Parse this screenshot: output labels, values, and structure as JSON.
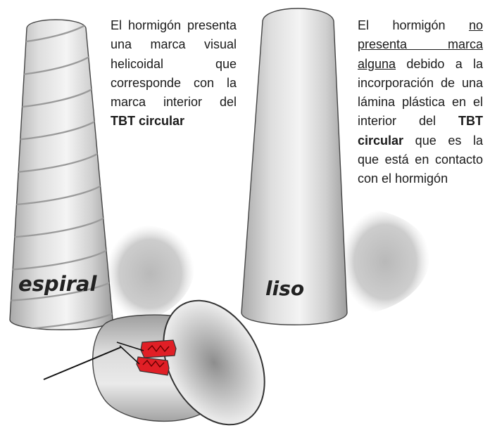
{
  "left_label": "espiral",
  "right_label": "liso",
  "left_text": {
    "part1": "El hormigón presenta una marca visual helicoidal que corresponde con la marca interior del ",
    "bold": "TBT circular"
  },
  "right_text": {
    "part1": "El hormigón ",
    "underlined": "no presenta marca alguna",
    "part2": " debido a la incorporación de una lámina plástica en el interior del ",
    "bold": "TBT circular",
    "part3": " que es la que está en contacto con el hormigón"
  },
  "colors": {
    "accent_red": "#e01f26",
    "shadow": "#c4c4c4",
    "column_edge": "#444444"
  }
}
